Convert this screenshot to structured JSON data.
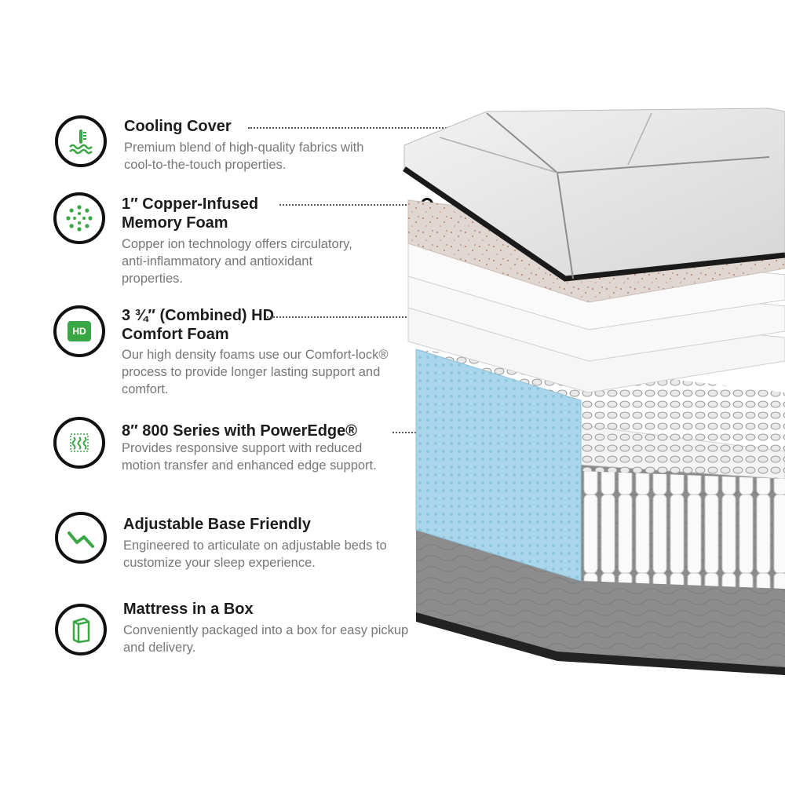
{
  "features": [
    {
      "title": "Cooling Cover",
      "description": "Premium blend of high-quality fabrics with cool-to-the-touch properties.",
      "icon": "thermometer-waves-icon"
    },
    {
      "title": "1″ Copper-Infused Memory Foam",
      "description": "Copper ion technology offers circulatory, anti-inflammatory and antioxidant properties.",
      "icon": "dotted-circle-icon"
    },
    {
      "title": "3 ¾″ (Combined) HD Comfort Foam",
      "description": "Our high density foams use our Comfort-lock® process to provide longer lasting support and comfort.",
      "icon": "hd-badge-icon",
      "badge_text": "HD"
    },
    {
      "title": "8″ 800 Series with PowerEdge®",
      "description": "Provides responsive support with reduced motion transfer and enhanced edge support.",
      "icon": "coil-spring-icon"
    },
    {
      "title": "Adjustable Base Friendly",
      "description": "Engineered to articulate on adjustable beds to customize your sleep experience.",
      "icon": "adjustable-base-icon"
    },
    {
      "title": "Mattress in a Box",
      "description": "Conveniently packaged into a box for easy pickup and delivery.",
      "icon": "box-icon"
    }
  ],
  "colors": {
    "accent_green": "#3aa745",
    "title": "#1c1c1c",
    "description": "#777777",
    "copper_foam": "#e2d9d4",
    "gel_edge": "#a9d6ea",
    "base": "#8a8a8a"
  }
}
